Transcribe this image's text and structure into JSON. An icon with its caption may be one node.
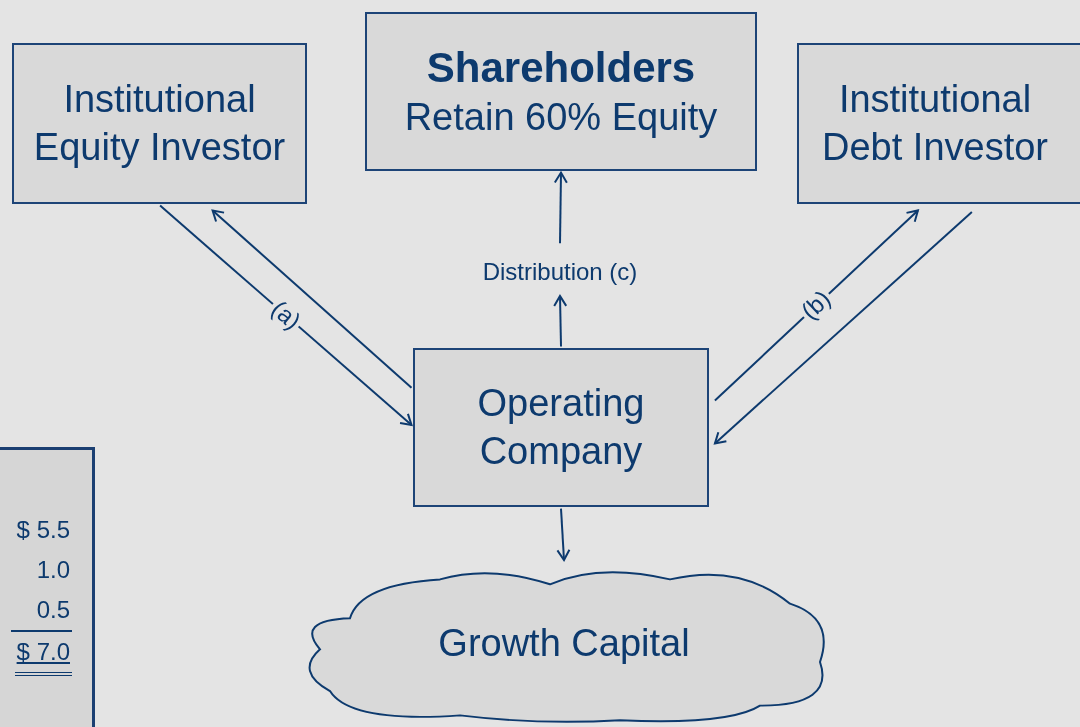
{
  "diagram": {
    "nodes": [
      {
        "text": [
          "Institutional Equity Investor"
        ]
      },
      {
        "text": [
          "Shareholders",
          "Retain 60% Equity"
        ]
      },
      {
        "text": [
          "Institutional Debt Investor"
        ]
      },
      {
        "text": [
          "Operating Company"
        ]
      },
      {
        "text": [
          "Growth Capital"
        ]
      },
      {
        "text": [
          "Distribution (c)"
        ]
      },
      {
        "text": [
          "$ 5.5",
          "1.0",
          "0.5",
          "$ 7.0"
        ]
      }
    ],
    "edges": [
      {
        "from": 0,
        "to": 3,
        "arrow": "to",
        "label": "(a)"
      },
      {
        "from": 3,
        "to": 0,
        "arrow": "to"
      },
      {
        "from": 3,
        "to": 2,
        "arrow": "to",
        "label": "(b)"
      },
      {
        "from": 2,
        "to": 3,
        "arrow": "to"
      },
      {
        "from": 3,
        "to": 5,
        "arrow": "to"
      },
      {
        "from": 5,
        "to": 1,
        "arrow": "to"
      },
      {
        "from": 3,
        "to": 4,
        "arrow": "to"
      }
    ]
  }
}
